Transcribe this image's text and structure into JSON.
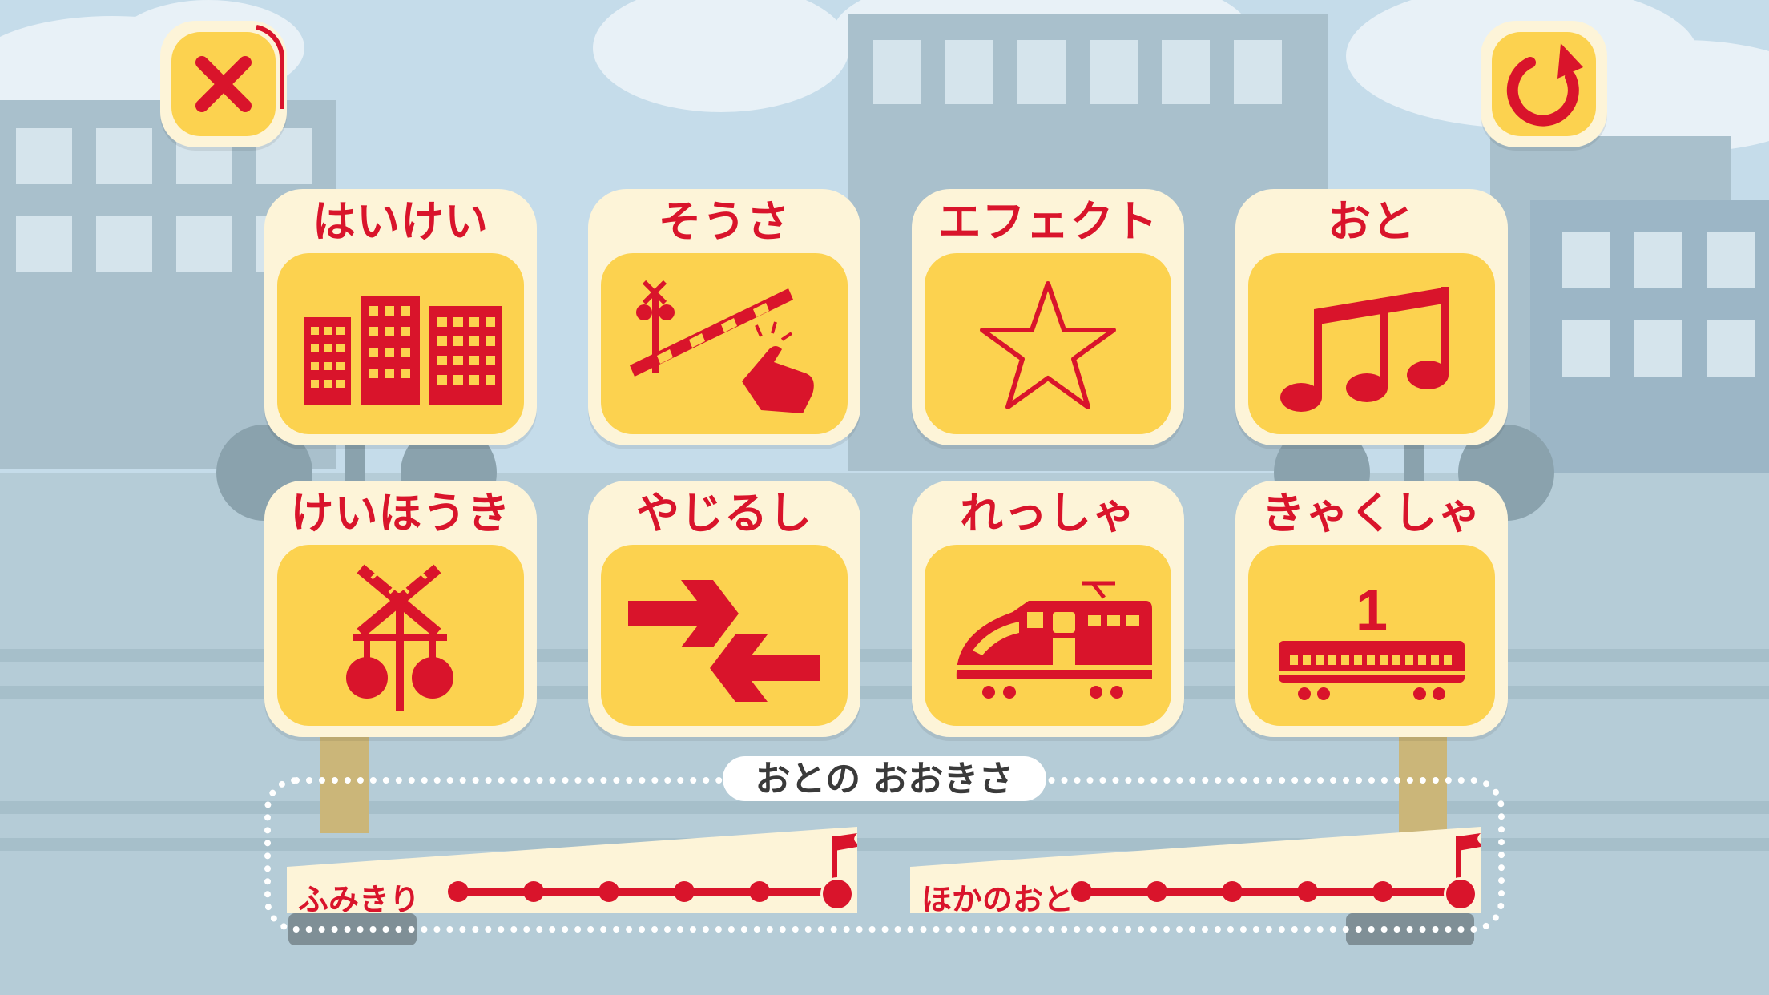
{
  "buttons": {
    "close_icon": "close-icon",
    "reset_icon": "rotate-icon"
  },
  "tiles": [
    {
      "label": "はいけい",
      "icon": "buildings-icon"
    },
    {
      "label": "そうさ",
      "icon": "crossing-gate-tap-icon"
    },
    {
      "label": "エフェクト",
      "icon": "star-icon"
    },
    {
      "label": "おと",
      "icon": "music-notes-icon"
    },
    {
      "label": "けいほうき",
      "icon": "crossing-signal-icon"
    },
    {
      "label": "やじるし",
      "icon": "arrows-icon"
    },
    {
      "label": "れっしゃ",
      "icon": "train-icon"
    },
    {
      "label": "きゃくしゃ",
      "icon": "passenger-car-icon"
    }
  ],
  "passenger_car_number": "1",
  "volume": {
    "title": "おとの おおきさ",
    "sliders": [
      {
        "label": "ふみきり",
        "steps": 6,
        "level": 1.0
      },
      {
        "label": "ほかのおと",
        "steps": 6,
        "level": 1.0
      }
    ]
  },
  "colors": {
    "accent_red": "#d9142b",
    "tile_yellow": "#fcd24f",
    "tile_cream": "#fdf4d8"
  }
}
